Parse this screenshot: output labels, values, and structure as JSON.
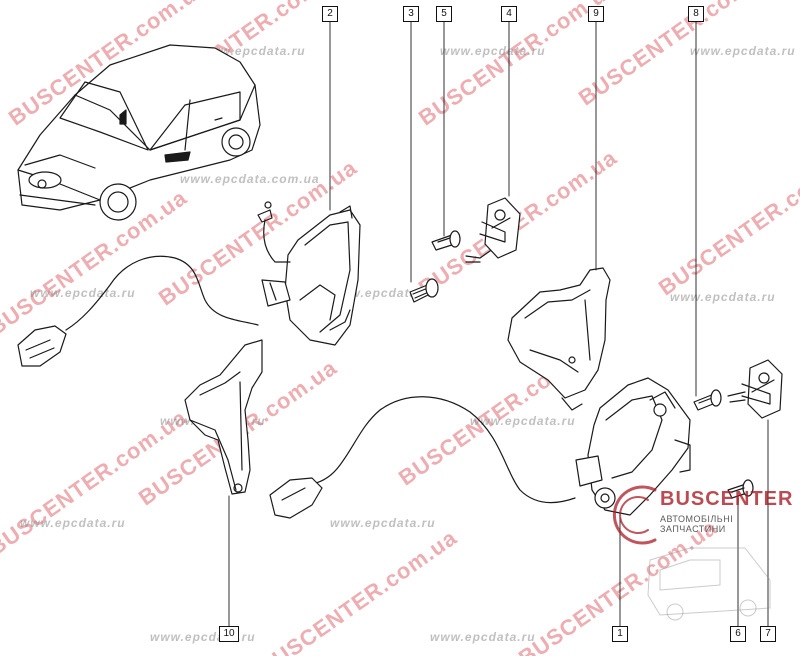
{
  "callouts": {
    "c1": "1",
    "c2": "2",
    "c3": "3",
    "c4": "4",
    "c5": "5",
    "c6": "6",
    "c7": "7",
    "c8": "8",
    "c9": "9",
    "c10": "10"
  },
  "watermarks": {
    "site_red": "BUSCENTER.com.ua",
    "site_grey": "www.epcdata.ru",
    "site_grey_ua": "www.epcdata.com.ua"
  },
  "logo": {
    "title": "BUSCENTER",
    "subtitle": "АВТОМОБІЛЬНІ ЗАПЧАСТИНИ"
  },
  "colors": {
    "line": "#1a1a1a",
    "watermark_red": "#d63c46",
    "watermark_grey": "#8c8c8c"
  }
}
